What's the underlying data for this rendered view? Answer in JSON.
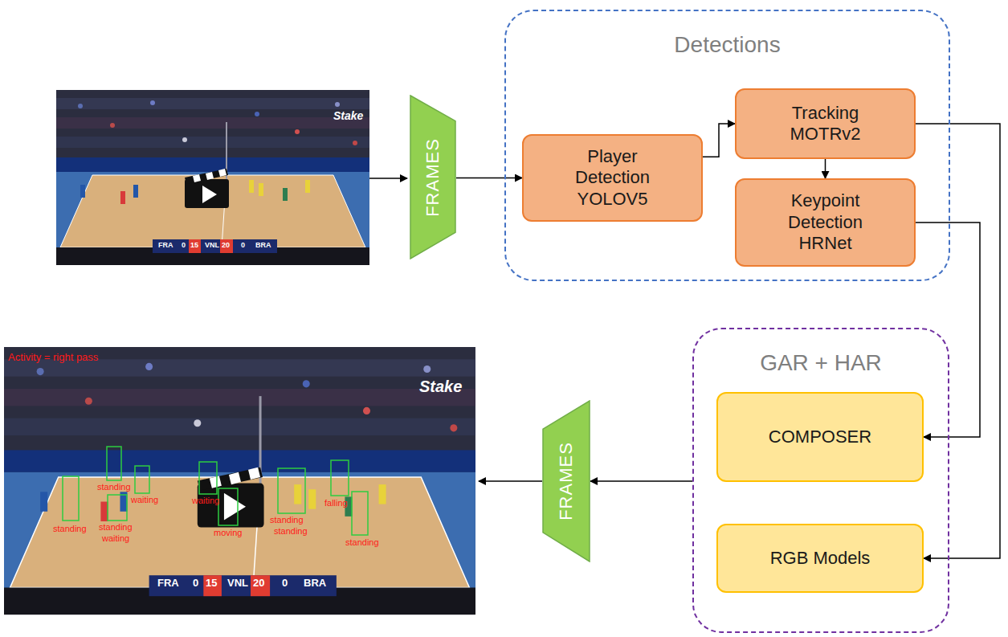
{
  "diagram": {
    "nodes": [
      {
        "text": [
          "FRAMES"
        ]
      },
      {
        "text": [
          "Detections"
        ]
      },
      {
        "text": [
          "Player Detection YOLOV5"
        ],
        "in": 1
      },
      {
        "text": [
          "Tracking MOTRv2"
        ],
        "in": 1
      },
      {
        "text": [
          "Keypoint Detection HRNet"
        ],
        "in": 1
      },
      {
        "text": [
          "GAR + HAR"
        ]
      },
      {
        "text": [
          "COMPOSER"
        ],
        "in": 5
      },
      {
        "text": [
          "RGB Models"
        ],
        "in": 5
      },
      {
        "text": [
          "FRAMES"
        ]
      }
    ],
    "edges": [
      {
        "from": 0,
        "to": 2,
        "arrow": "to"
      },
      {
        "from": 2,
        "to": 3,
        "arrow": "to"
      },
      {
        "from": 3,
        "to": 4,
        "arrow": "to"
      },
      {
        "from": 3,
        "to": 7,
        "arrow": "to"
      },
      {
        "from": 4,
        "to": 6,
        "arrow": "to"
      },
      {
        "from": 5,
        "to": 8,
        "arrow": "to"
      }
    ],
    "labels": [
      "Stake",
      "FRA",
      "0",
      "15",
      "VNL",
      "20",
      "0",
      "BRA",
      "Stake",
      "Activity = right pass",
      "standing",
      "standing",
      "waiting",
      "standing",
      "waiting",
      "waiting",
      "moving",
      "standing",
      "standing",
      "falling",
      "standing",
      "FRA",
      "0",
      "15",
      "VNL",
      "20",
      "0",
      "BRA"
    ]
  }
}
